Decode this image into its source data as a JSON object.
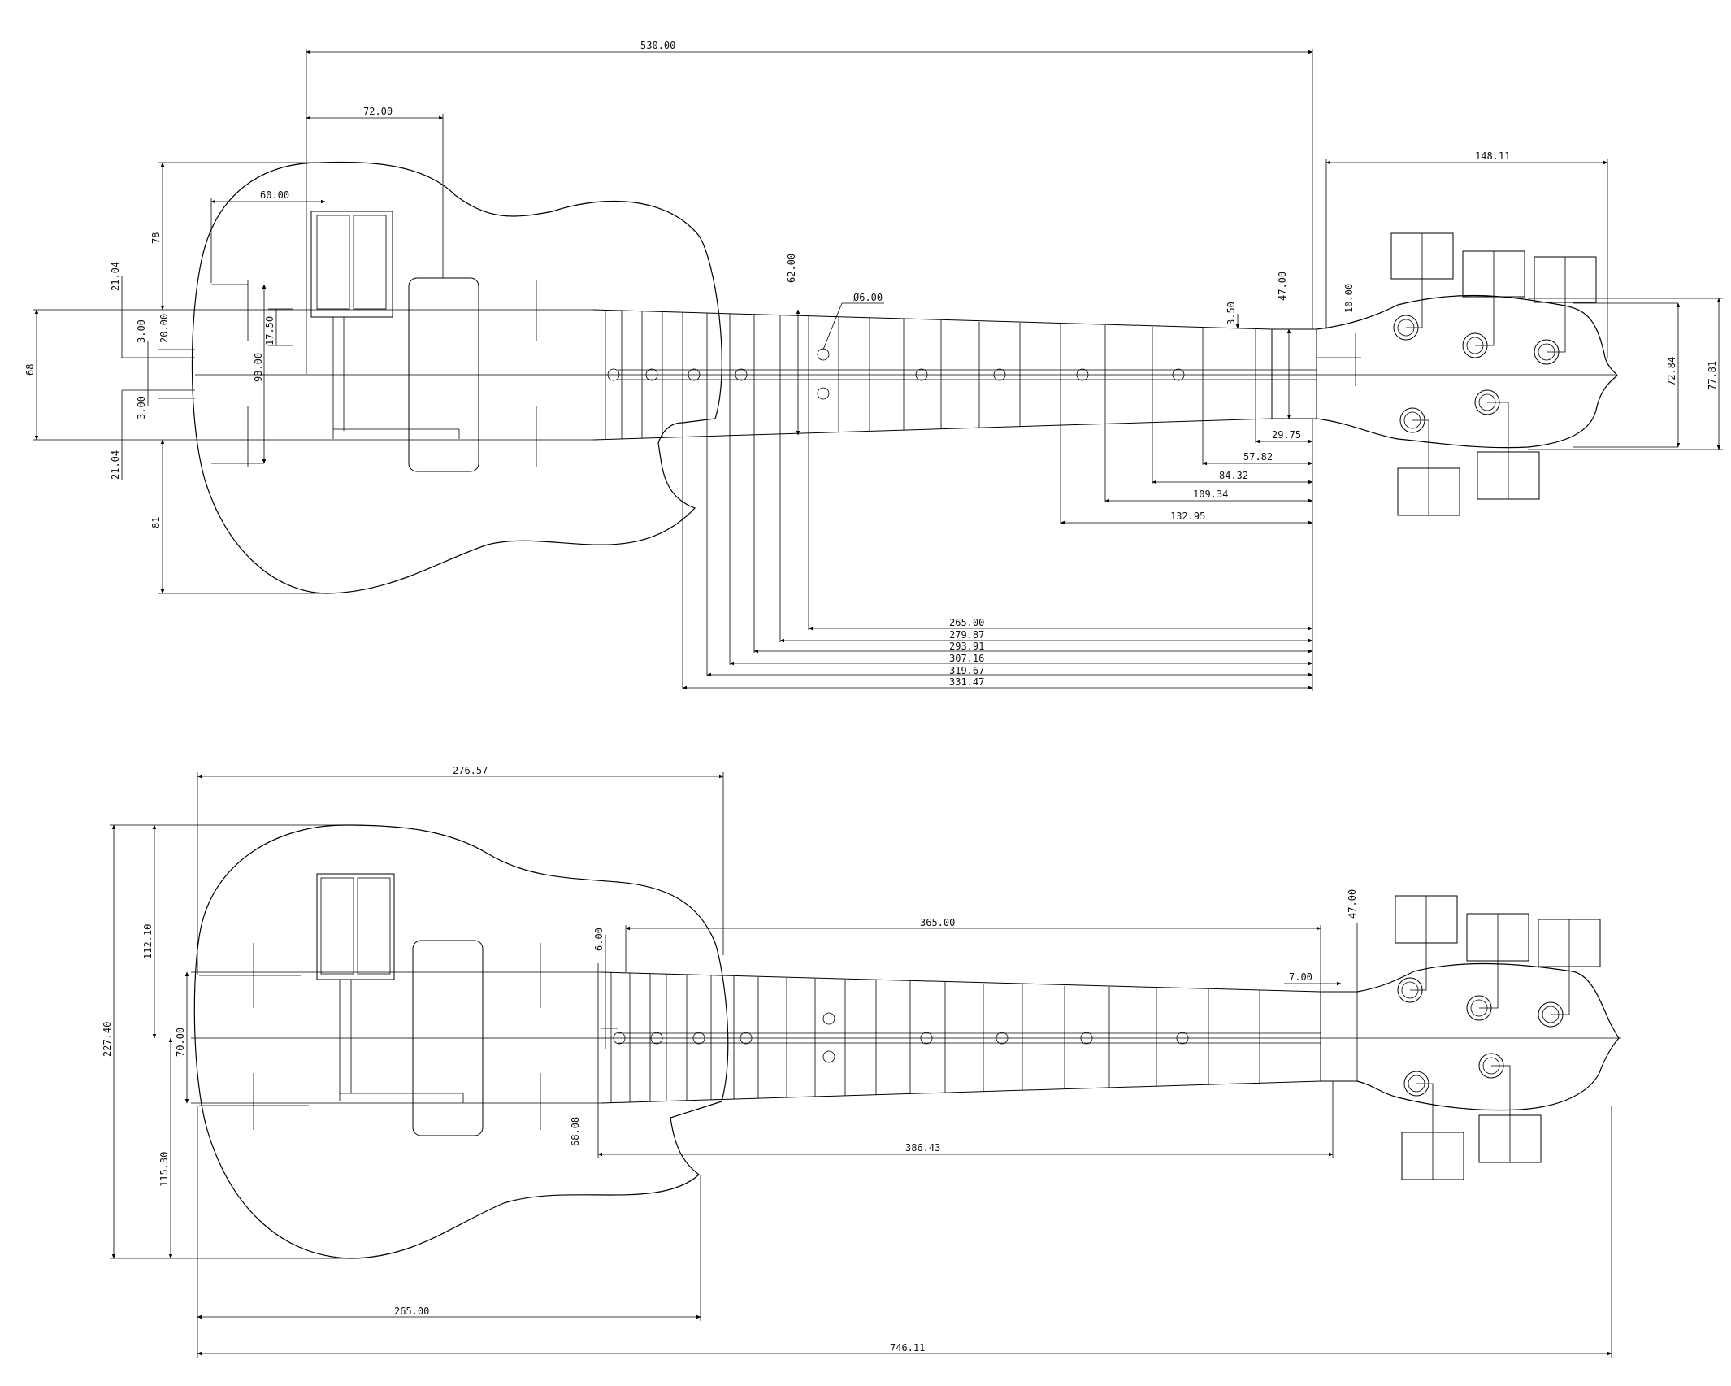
{
  "colors": {
    "ink": "#000000",
    "paper": "#ffffff"
  },
  "top_view": {
    "dims": {
      "overall_length": "530.00",
      "d72": "72.00",
      "d60": "60.00",
      "head_width": "148.11",
      "d78": "78",
      "d21a": "21.04",
      "d3a": "3.00",
      "d20": "20.00",
      "d3b": "3.00",
      "d68": "68",
      "d21b": "21.04",
      "d81": "81",
      "d17": "17.50",
      "d93": "93.00",
      "d62": "62.00",
      "hole": "Ø6.00",
      "d3_50": "3.50",
      "d47": "47.00",
      "d10": "10.00",
      "d72_84": "72.84",
      "d77_81": "77.81",
      "d29": "29.75",
      "d57": "57.82",
      "d84": "84.32",
      "d109": "109.34",
      "d132": "132.95",
      "d265": "265.00",
      "d279": "279.87",
      "d293": "293.91",
      "d307": "307.16",
      "d319": "319.67",
      "d331": "331.47"
    }
  },
  "bottom_view": {
    "dims": {
      "d276": "276.57",
      "d365": "365.00",
      "d227": "227.40",
      "d112": "112.10",
      "d70": "70.00",
      "d115": "115.30",
      "d6": "6.00",
      "d68_08": "68.08",
      "d386": "386.43",
      "d7": "7.00",
      "d47b": "47.00",
      "d265b": "265.00",
      "d746": "746.11"
    }
  }
}
